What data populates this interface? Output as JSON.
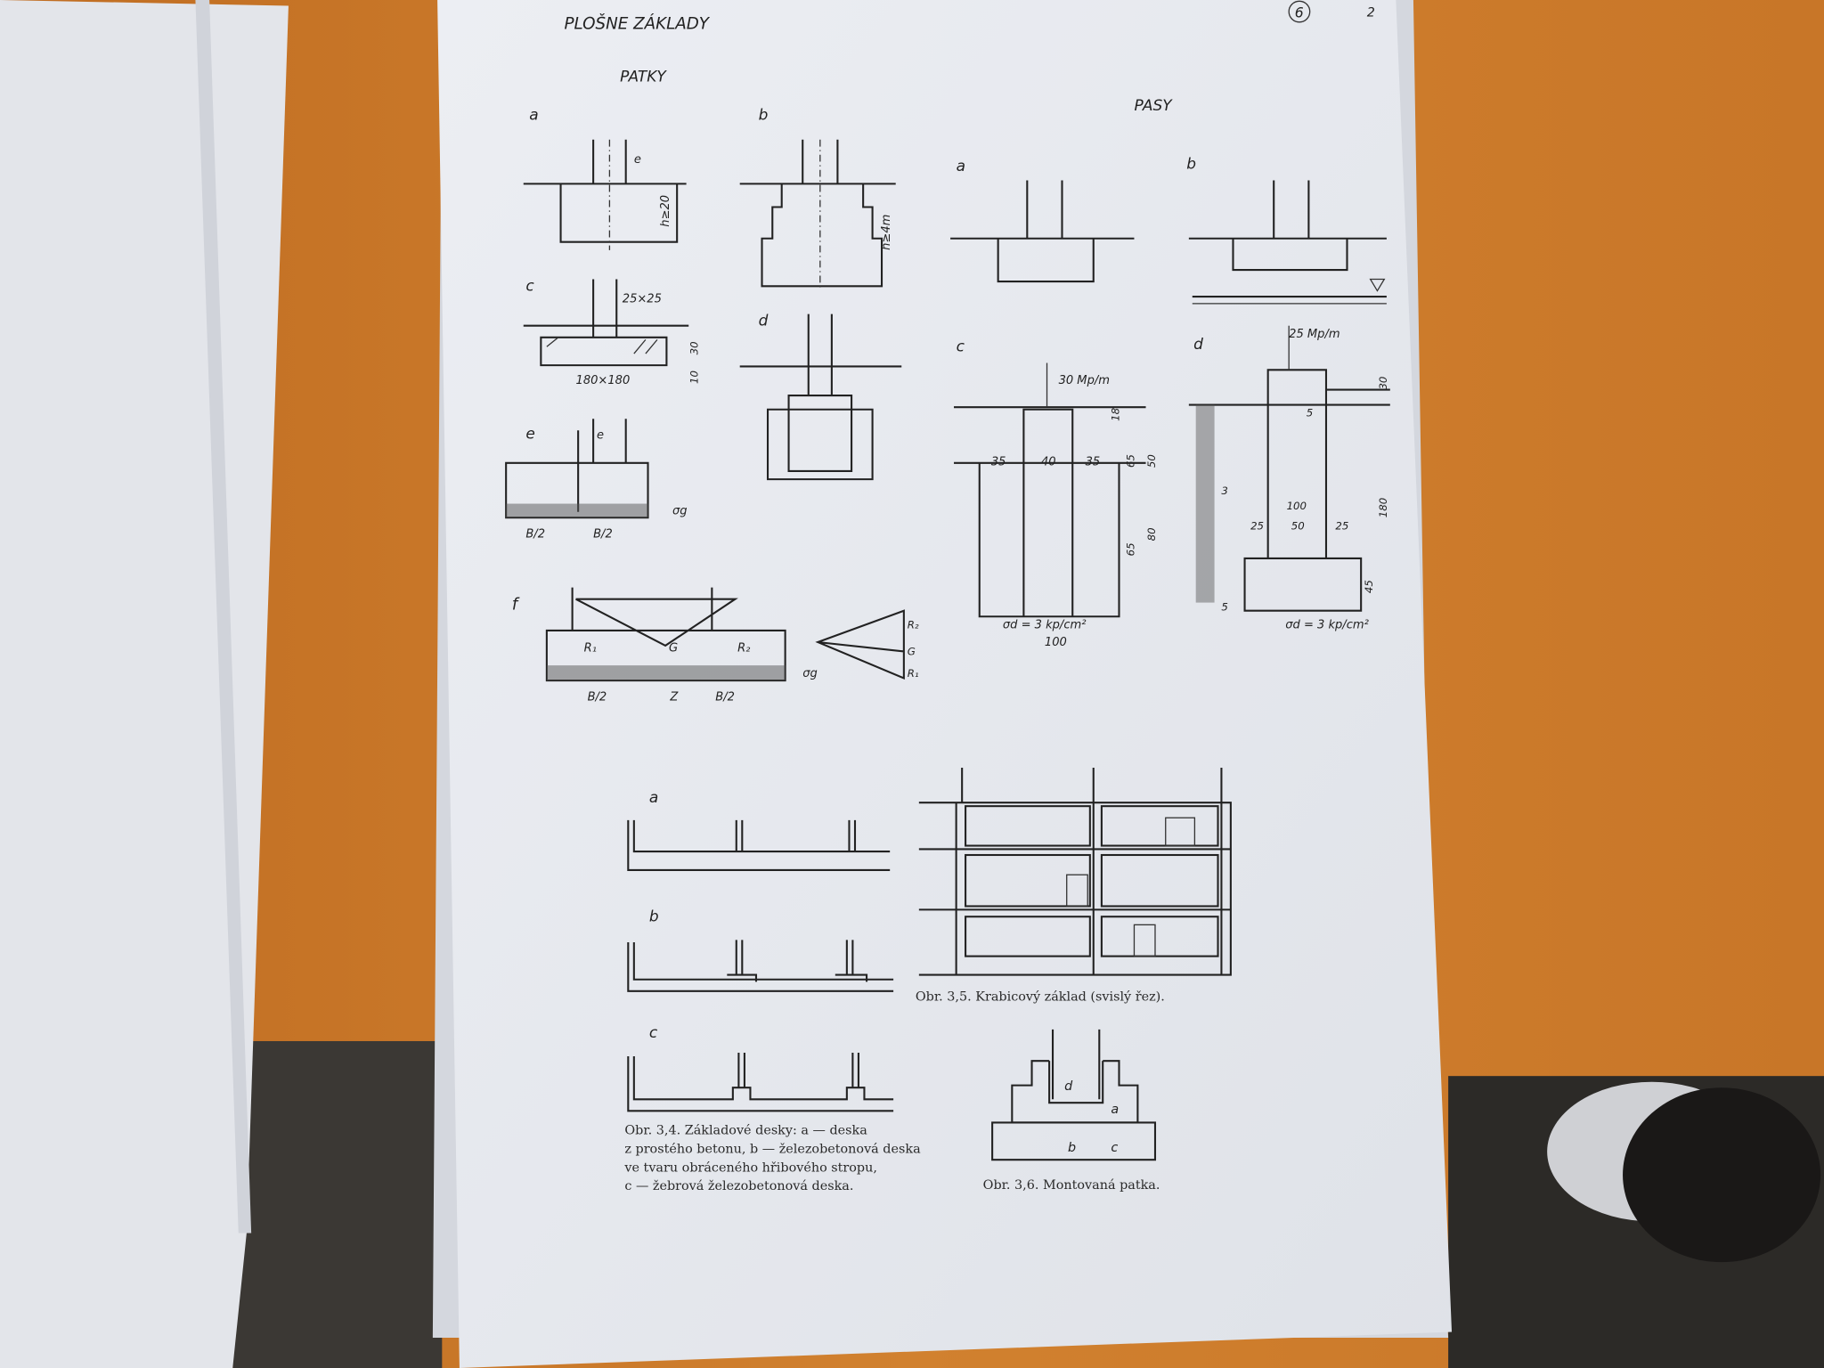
{
  "page": {
    "title": "PLOŠNE ZÁKLADY",
    "page_mark": "6",
    "page_number": "2",
    "section_left": "PATKY",
    "section_right": "PASY"
  },
  "patky": {
    "labels": [
      "a",
      "b",
      "c",
      "d",
      "e",
      "f"
    ],
    "dims": {
      "a_e": "e",
      "a_h": "h≥20",
      "b_h": "h≥4m",
      "c_col": "25×25",
      "c_base": "180×180",
      "c_h1": "30",
      "c_h2": "10",
      "e_e": "e",
      "e_q": "σg",
      "e_b1": "B/2",
      "e_b2": "B/2",
      "f_r1": "R₁",
      "f_g": "G",
      "f_r2": "R₂",
      "f_z": "Z",
      "f_b1": "B/2",
      "f_b2": "B/2",
      "f_q": "σg"
    }
  },
  "pasy": {
    "labels": [
      "a",
      "b",
      "c",
      "d"
    ],
    "c": {
      "load": "30 Mp/m",
      "d1": "18",
      "d35a": "35",
      "d40": "40",
      "d35b": "35",
      "d65a": "65",
      "d50": "50",
      "d80": "80",
      "d65b": "65",
      "stress": "σd = 3 kp/cm²",
      "width": "100"
    },
    "d": {
      "load": "25 Mp/m",
      "d30": "30",
      "d5": "5",
      "d100": "100",
      "d25a": "25",
      "d50": "50",
      "d25b": "25",
      "d180": "180",
      "d45": "45",
      "m3": "3",
      "m5": "5",
      "stress": "σd = 3 kp/cm²"
    }
  },
  "slabs": {
    "labels": [
      "a",
      "b",
      "c"
    ]
  },
  "captions": {
    "fig34": [
      "Obr. 3,4. Základové desky: a — deska",
      "z prostého betonu, b — železobetonová deska",
      "ve tvaru obráceného hřibového stropu,",
      "c — žebrová železobetonová deska."
    ],
    "fig35": "Obr. 3,5. Krabicový základ (svislý řez).",
    "fig36": "Obr. 3,6. Montovaná patka.",
    "fig36_labels": [
      "d",
      "a",
      "b",
      "c"
    ]
  },
  "colors": {
    "desk": "#c9772a",
    "paper": "#e9ebf0",
    "carpet": "#3b3834"
  }
}
